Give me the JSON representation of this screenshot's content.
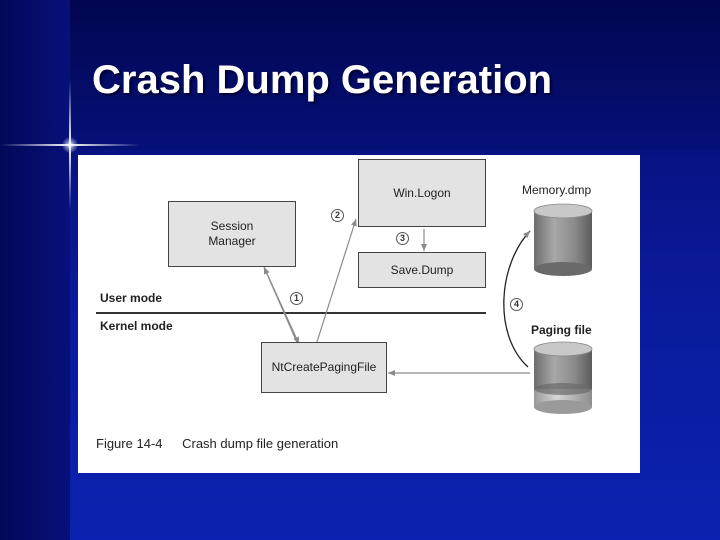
{
  "slide": {
    "title": "Crash Dump Generation"
  },
  "diagram": {
    "boxes": {
      "session_manager": "Session\nManager",
      "winlogon": "Win.Logon",
      "savedump": "Save.Dump",
      "ntcreatepagingfile": "NtCreatePagingFile"
    },
    "mode_labels": {
      "user": "User mode",
      "kernel": "Kernel mode"
    },
    "disks": {
      "memory_dmp": "Memory.dmp",
      "paging_file": "Paging file"
    },
    "steps": [
      "1",
      "2",
      "3",
      "4"
    ],
    "caption": {
      "figure": "Figure 14-4",
      "text": "Crash dump file generation"
    }
  },
  "colors": {
    "background": "#0a1a9a",
    "title": "#ffffff",
    "box_fill": "#e3e3e3",
    "arrow": "#8a8a8a"
  }
}
